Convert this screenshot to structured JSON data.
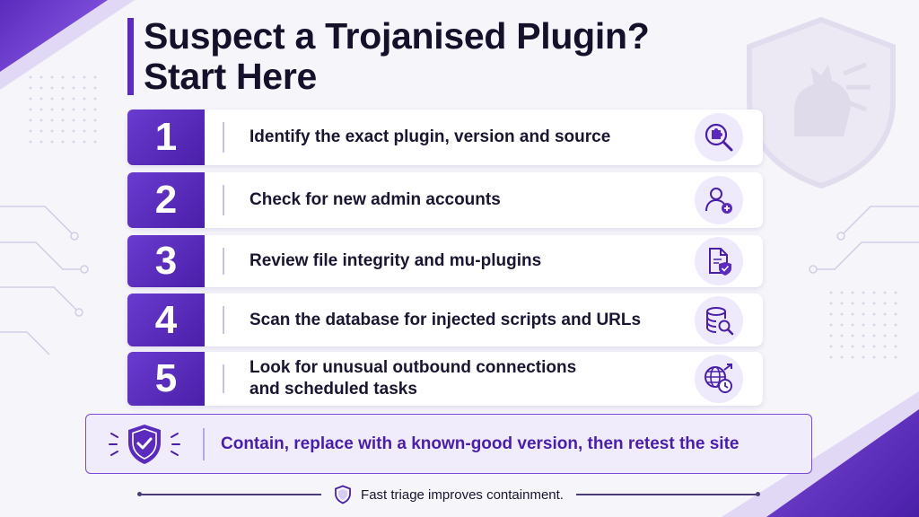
{
  "title_line1": "Suspect a Trojanised Plugin?",
  "title_line2": "Start Here",
  "steps": [
    {
      "number": "1",
      "label": "Identify the exact plugin, version and source",
      "icon": "puzzle-search-icon"
    },
    {
      "number": "2",
      "label": "Check for new admin accounts",
      "icon": "user-add-icon"
    },
    {
      "number": "3",
      "label": "Review file integrity and mu-plugins",
      "icon": "file-shield-icon"
    },
    {
      "number": "4",
      "label": "Scan the database for injected scripts and URLs",
      "icon": "database-search-icon"
    },
    {
      "number": "5",
      "label_line1": "Look for unusual outbound connections",
      "label_line2": "and scheduled tasks",
      "icon": "globe-clock-icon"
    }
  ],
  "callout": {
    "text": "Contain, replace with a known-good version, then retest the site",
    "icon": "shield-check-icon"
  },
  "footer": {
    "text": "Fast triage improves containment.",
    "icon": "shield-outline-icon"
  },
  "colors": {
    "accent": "#5b2bbd",
    "accent_dark": "#4a1fa8",
    "background": "#f6f5fa"
  }
}
